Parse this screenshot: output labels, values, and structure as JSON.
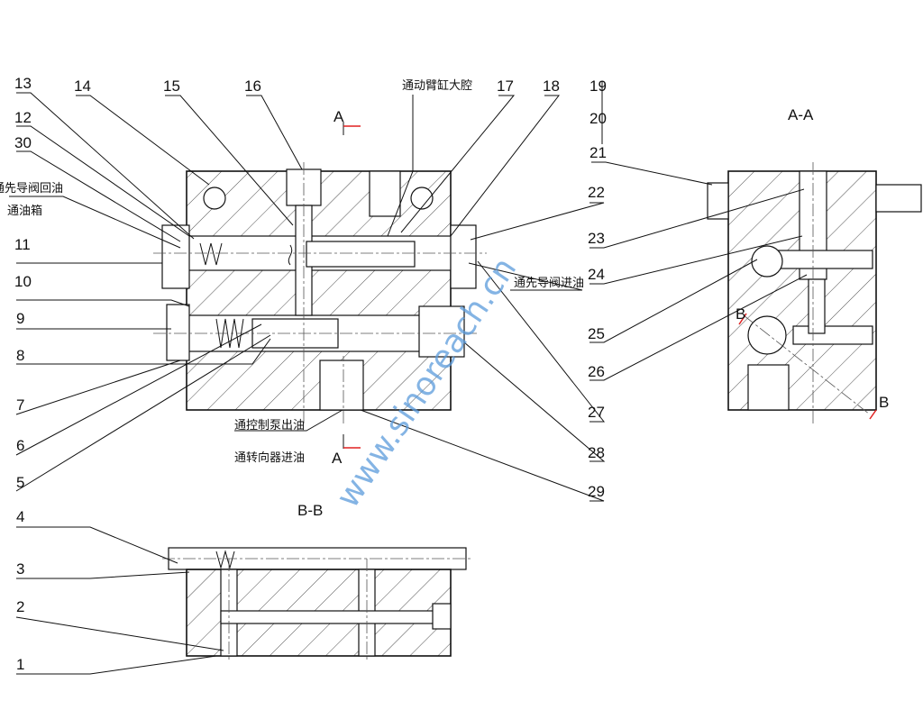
{
  "parts": {
    "p1": "1",
    "p2": "2",
    "p3": "3",
    "p4": "4",
    "p5": "5",
    "p6": "6",
    "p7": "7",
    "p8": "8",
    "p9": "9",
    "p10": "10",
    "p11": "11",
    "p12": "12",
    "p13": "13",
    "p14": "14",
    "p15": "15",
    "p16": "16",
    "p17": "17",
    "p18": "18",
    "p19": "19",
    "p20": "20",
    "p21": "21",
    "p22": "22",
    "p23": "23",
    "p24": "24",
    "p25": "25",
    "p26": "26",
    "p27": "27",
    "p28": "28",
    "p29": "29",
    "p30": "30"
  },
  "annotations": {
    "boom_cylinder": "通动臂缸大腔",
    "pilot_return": "通先导阀回油",
    "tank": "通油箱",
    "pilot_inlet": "通先导阀进油",
    "control_pump": "通控制泵出油",
    "steering_inlet": "通转向器进油"
  },
  "views": {
    "section_aa": "A-A",
    "section_bb": "B-B",
    "marker_a_top": "A",
    "marker_a_bottom": "A",
    "marker_b_left": "B",
    "marker_b_right": "B"
  },
  "watermark": "www.sinoreach.cn"
}
